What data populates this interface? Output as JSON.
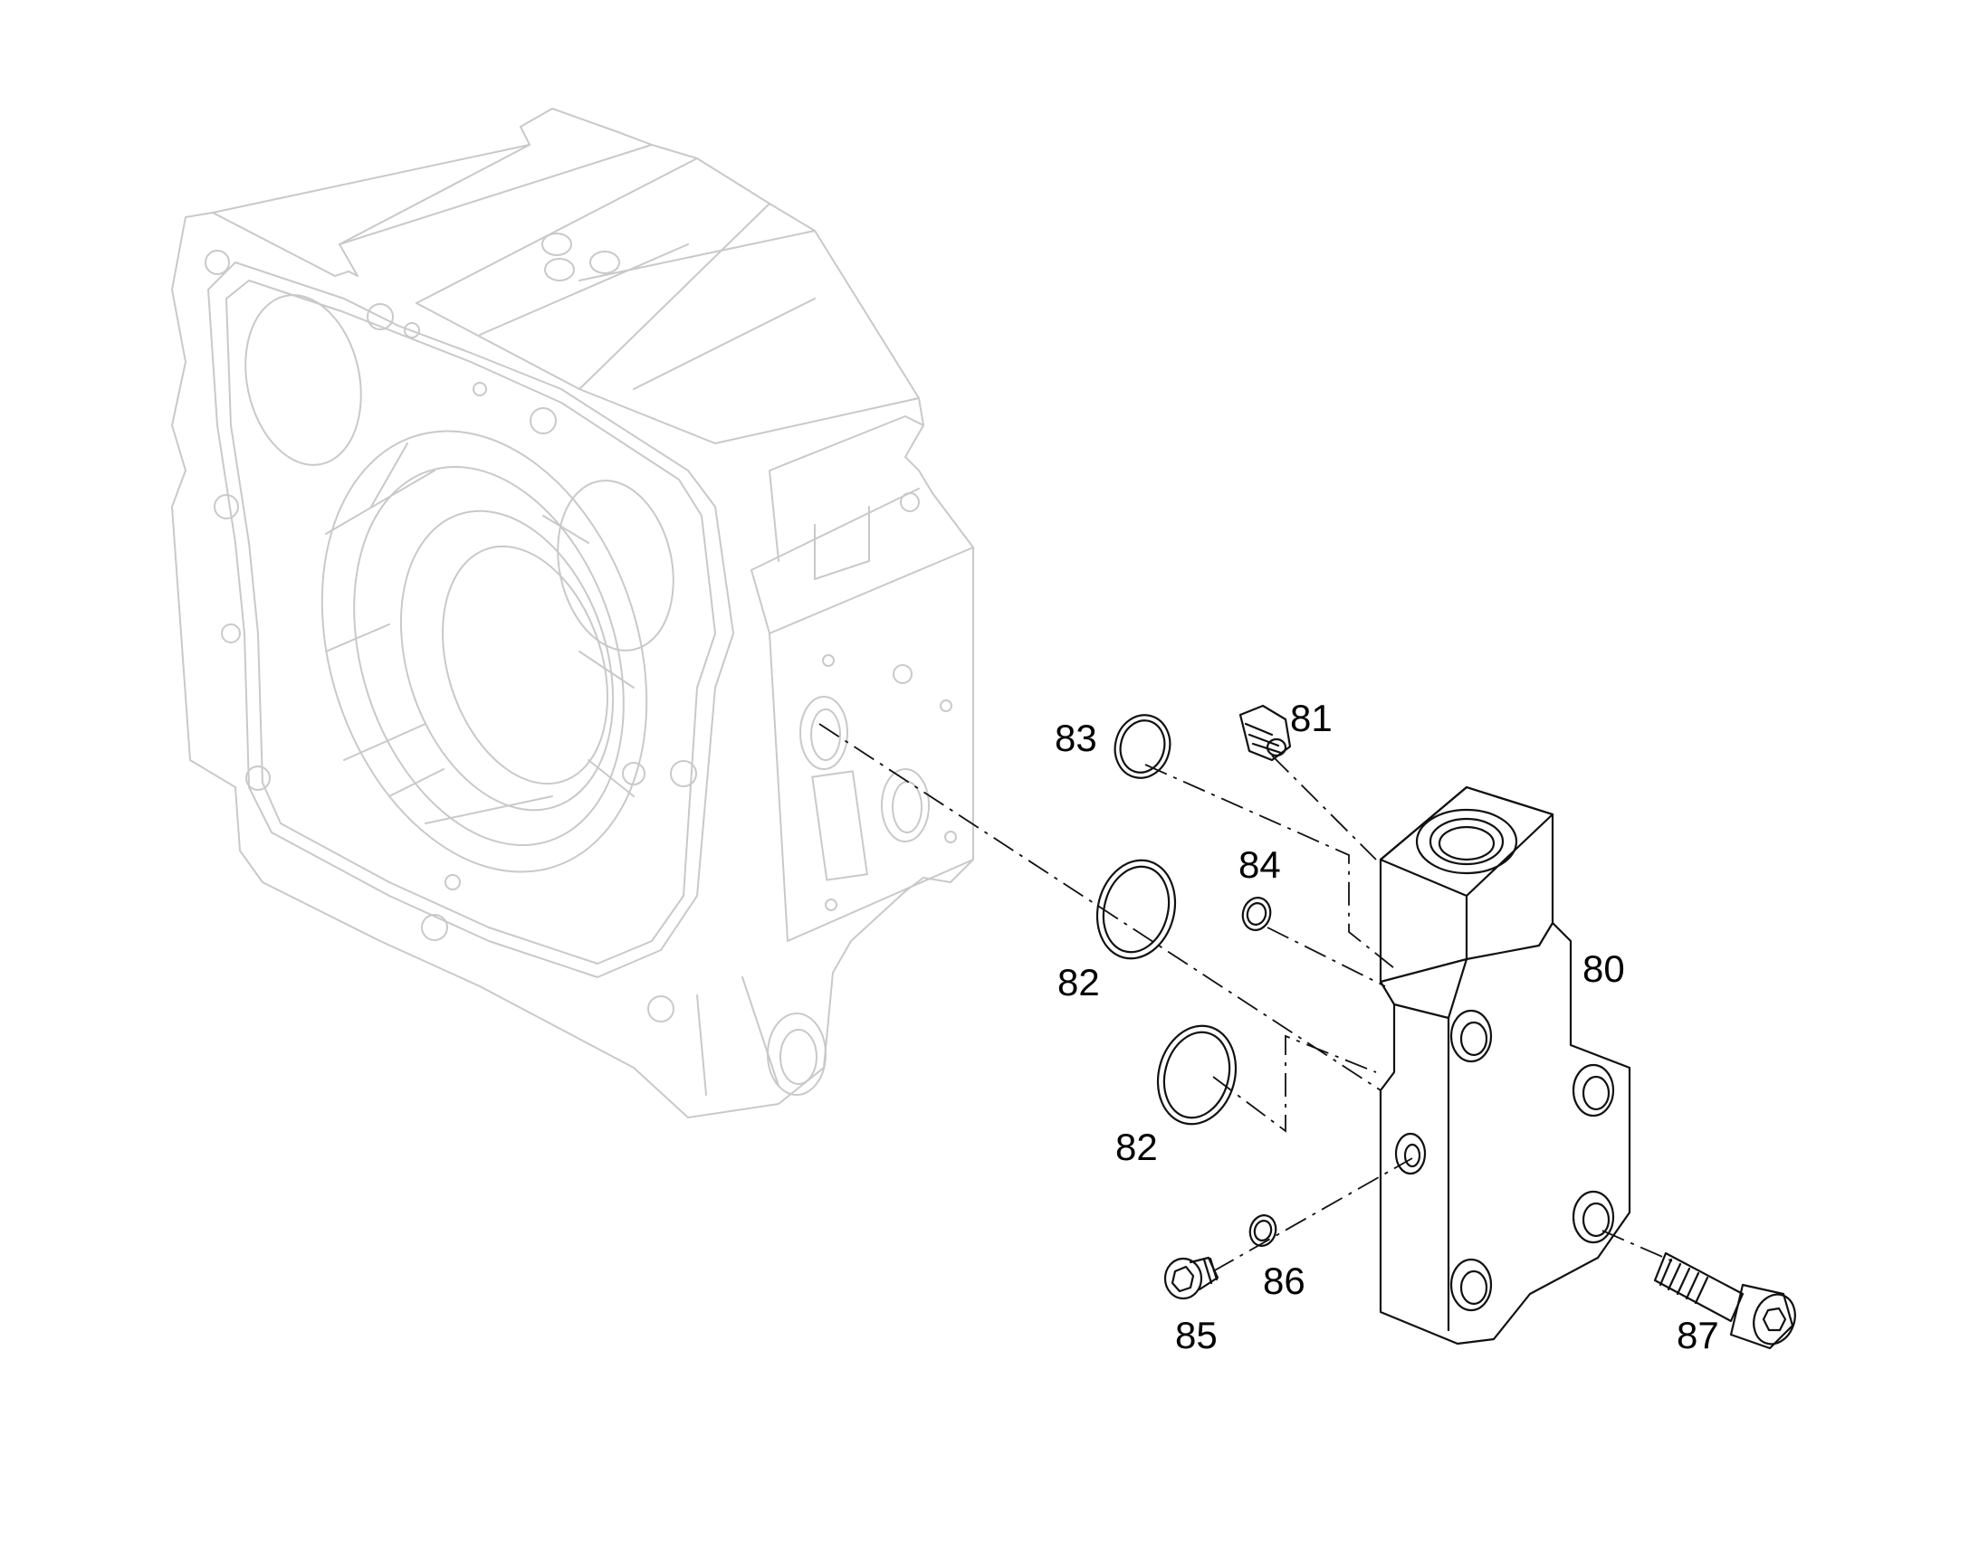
{
  "callouts": {
    "c80": "80",
    "c81": "81",
    "c82a": "82",
    "c82b": "82",
    "c83": "83",
    "c84": "84",
    "c85": "85",
    "c86": "86",
    "c87": "87"
  },
  "colors": {
    "housing_stroke": "#c9c9c9",
    "part_stroke": "#111111",
    "label_text": "#000000"
  }
}
